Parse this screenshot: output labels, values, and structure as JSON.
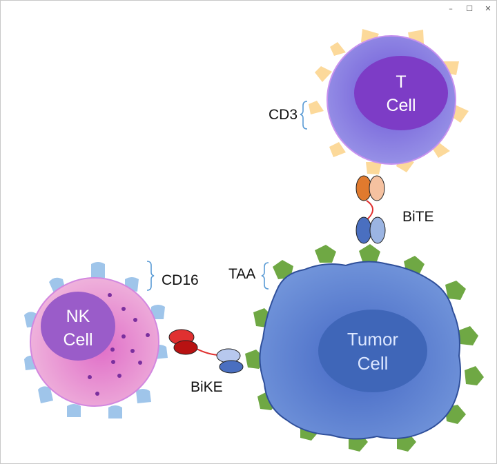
{
  "window": {
    "minimize_icon": "minimize-icon",
    "maximize_icon": "maximize-icon",
    "close_icon": "close-icon",
    "minimize_glyph": "–",
    "maximize_glyph": "☐",
    "close_glyph": "✕"
  },
  "diagram": {
    "t_cell": {
      "line1": "T",
      "line2": "Cell"
    },
    "nk_cell": {
      "line1": "NK",
      "line2": "Cell"
    },
    "tumor_cell": {
      "line1": "Tumor",
      "line2": "Cell"
    },
    "labels": {
      "cd3": "CD3",
      "cd16": "CD16",
      "taa": "TAA",
      "bite": "BiTE",
      "bike": "BiKE"
    },
    "colors": {
      "t_cell_body": "#8c7fe0",
      "t_cell_nucleus": "#7e3fc8",
      "t_cell_receptor": "#fcd99a",
      "nk_body": "#e488cc",
      "nk_nucleus": "#9a5cc9",
      "nk_receptor": "#9fc5ea",
      "granule": "#7a2f9e",
      "tumor_body": "#5b7fcf",
      "tumor_nucleus": "#3f66b8",
      "taa_antigen": "#6fa844",
      "bracket": "#5a9bd5",
      "bite_orange": "#e07a2e",
      "bite_peach": "#f5c1a0",
      "bite_blue": "#4a6fc0",
      "bite_lightblue": "#9bb4e2",
      "bike_red": "#c41b1b",
      "bike_blue": "#4a6fc0",
      "linker": "#e0302f"
    }
  }
}
